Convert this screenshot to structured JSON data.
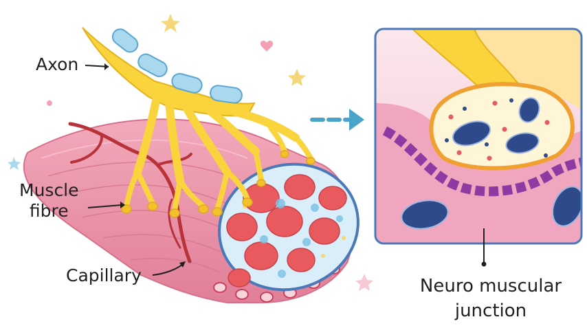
{
  "labels": {
    "axon": "Axon",
    "muscle_fibre_line1": "Muscle",
    "muscle_fibre_line2": "fibre",
    "capillary": "Capillary",
    "nmj_line1": "Neuro muscular",
    "nmj_line2": "junction"
  },
  "colors": {
    "axon_yellow": "#f9d43c",
    "myelin_blue": "#a9d8ef",
    "muscle_pink": "#ec8fa6",
    "fascicle_red": "#e85a5e",
    "capillary_red": "#b8323a",
    "mitochondria_navy": "#2f4a8a",
    "arrow_blue": "#4aa3c8",
    "inset_border": "#4a78b8"
  }
}
